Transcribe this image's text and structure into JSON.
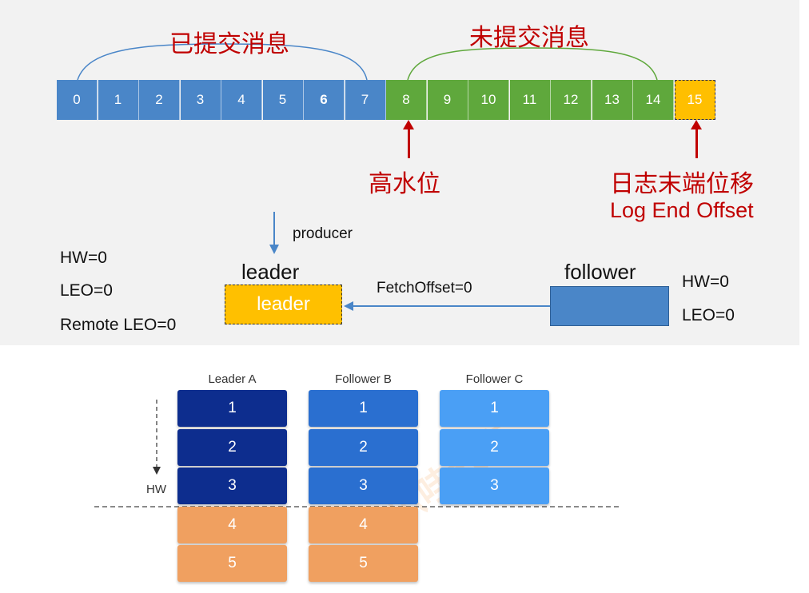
{
  "top": {
    "committed_label": "已提交消息",
    "uncommitted_label": "未提交消息",
    "offsets": [
      "0",
      "1",
      "2",
      "3",
      "4",
      "5",
      "6",
      "7",
      "8",
      "9",
      "10",
      "11",
      "12",
      "13",
      "14",
      "15"
    ],
    "hw_label": "高水位",
    "leo_label_cn": "日志末端位移",
    "leo_label_en": "Log End Offset",
    "producer_label": "producer",
    "leader_left": {
      "hw": "HW=0",
      "leo": "LEO=0",
      "remote_leo": "Remote LEO=0"
    },
    "leader_title": "leader",
    "leader_box": "leader",
    "fetch_label": "FetchOffset=0",
    "follower_title": "follower",
    "follower_right": {
      "hw": "HW=0",
      "leo": "LEO=0"
    }
  },
  "bottom": {
    "columns": [
      {
        "name": "Leader A",
        "items": [
          "1",
          "2",
          "3",
          "4",
          "5"
        ]
      },
      {
        "name": "Follower B",
        "items": [
          "1",
          "2",
          "3",
          "4",
          "5"
        ]
      },
      {
        "name": "Follower C",
        "items": [
          "1",
          "2",
          "3"
        ]
      }
    ],
    "hw_label": "HW"
  },
  "colors": {
    "committed": "#4a86c8",
    "uncommitted": "#5fa83c",
    "leo": "#ffbf00",
    "leader_a": "#0d2d8e",
    "follower_b": "#2a6fd0",
    "follower_c": "#4a9ff5",
    "uncommitted_block": "#f0a060",
    "annotation_red": "#c00000"
  },
  "watermark": "爪哇教育"
}
